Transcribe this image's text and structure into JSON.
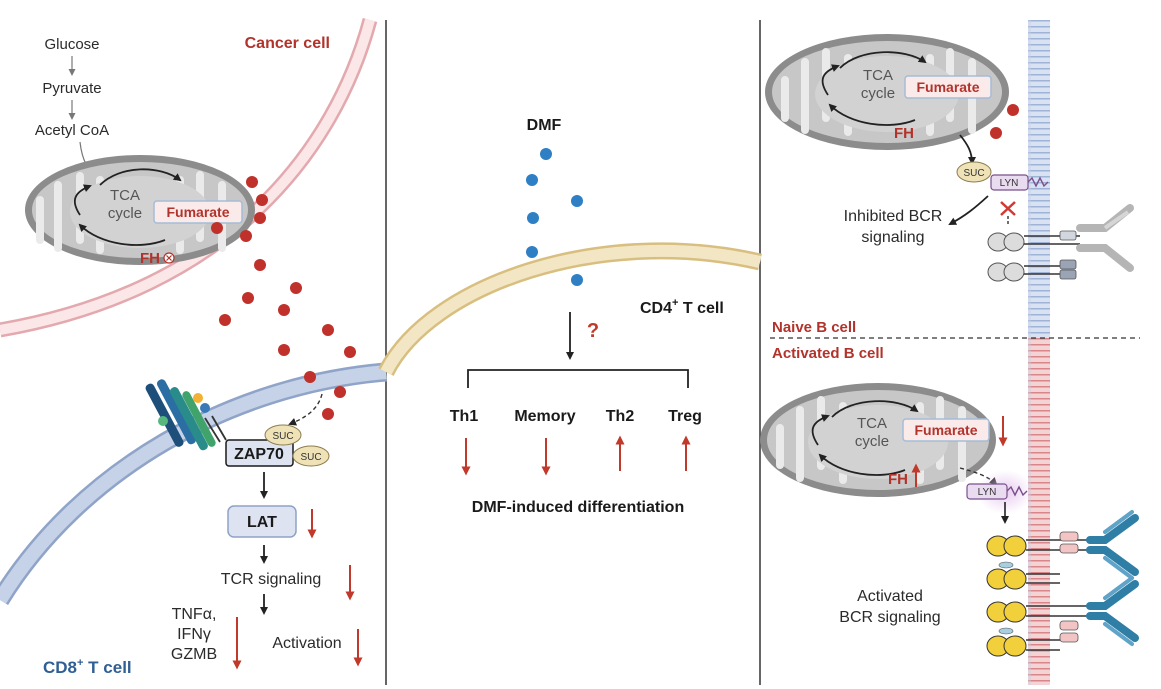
{
  "left_panel": {
    "metabolites": [
      "Glucose",
      "Pyruvate",
      "Acetyl CoA"
    ],
    "cancer_cell_label": "Cancer cell",
    "tca_line1": "TCA",
    "tca_line2": "cycle",
    "fumarate": "Fumarate",
    "fh": "FH",
    "suc": "SUC",
    "zap70": "ZAP70",
    "lat": "LAT",
    "tcr_signaling": "TCR signaling",
    "cytokines": [
      "TNFα,",
      "IFNγ",
      "GZMB"
    ],
    "activation": "Activation",
    "cd8_label": "CD8",
    "cd8_sup": "+",
    "cd8_rest": " T cell"
  },
  "middle_panel": {
    "dmf": "DMF",
    "cd4_label": "CD4",
    "cd4_sup": "+",
    "cd4_rest": " T cell",
    "question": "?",
    "subsets": [
      {
        "name": "Th1",
        "direction": "down"
      },
      {
        "name": "Memory",
        "direction": "down"
      },
      {
        "name": "Th2",
        "direction": "up"
      },
      {
        "name": "Treg",
        "direction": "up"
      }
    ],
    "caption": "DMF-induced differentiation"
  },
  "right_panel": {
    "tca_line1": "TCA",
    "tca_line2": "cycle",
    "fumarate": "Fumarate",
    "fh": "FH",
    "suc": "SUC",
    "lyn": "LYN",
    "inhibited_line1": "Inhibited BCR",
    "inhibited_line2": "signaling",
    "naive_label": "Naive B cell",
    "activated_label": "Activated B cell",
    "activated_line1": "Activated",
    "activated_line2": "BCR signaling"
  },
  "colors": {
    "fumarate_dot": "#c0312b",
    "dmf_dot": "#2f7fc4",
    "cancer_membrane": "#f4cfd2",
    "cd8_membrane": "#b7c6de",
    "cd4_membrane": "#efdcae",
    "arrow_red": "#c0392b",
    "bcr_blue": "#2f7ea6",
    "igalpha_yellow": "#f2d03b"
  }
}
